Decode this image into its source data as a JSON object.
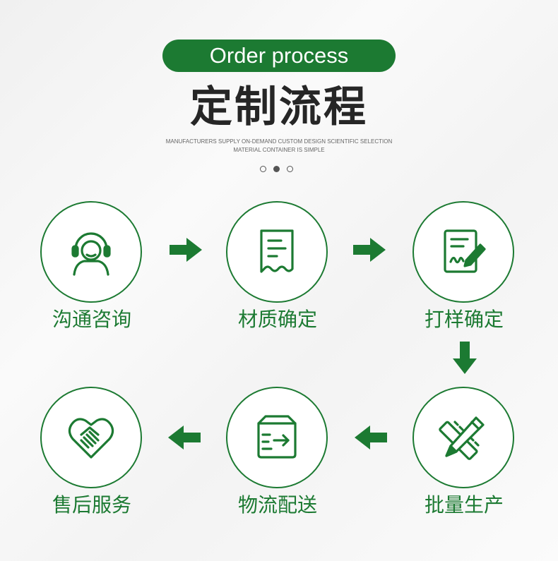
{
  "header": {
    "english_title": "Order process",
    "title": "定制流程",
    "subtitle_line1": "MANUFACTURERS SUPPLY ON-DEMAND CUSTOM DESIGN SCIENTIFIC SELECTION",
    "subtitle_line2": "MATERIAL CONTAINER IS SIMPLE"
  },
  "colors": {
    "accent": "#1c7a32",
    "title": "#262626"
  },
  "steps": [
    {
      "label": "沟通咨询",
      "icon": "headset-icon"
    },
    {
      "label": "材质确定",
      "icon": "receipt-icon"
    },
    {
      "label": "打样确定",
      "icon": "signed-document-icon"
    },
    {
      "label": "批量生产",
      "icon": "pencil-ruler-icon"
    },
    {
      "label": "物流配送",
      "icon": "delivery-box-icon"
    },
    {
      "label": "售后服务",
      "icon": "handshake-heart-icon"
    }
  ]
}
